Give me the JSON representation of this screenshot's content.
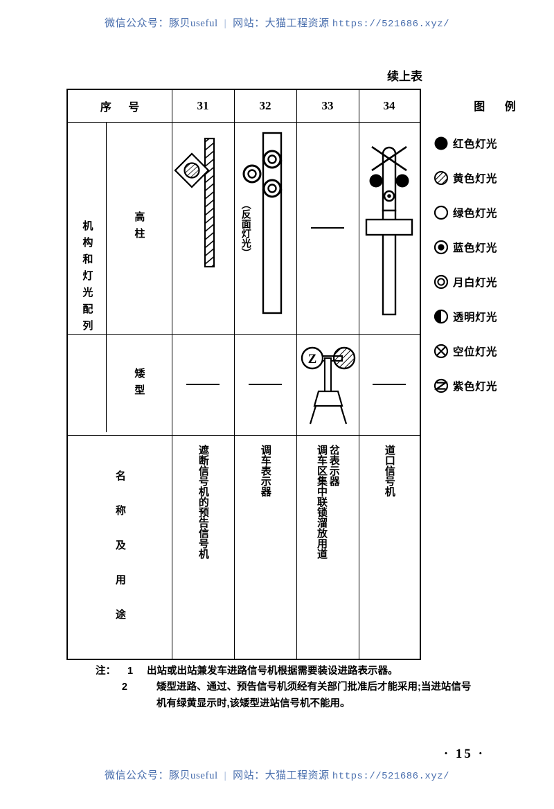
{
  "watermark": {
    "wechat_label": "微信公众号：豚贝useful",
    "separator": "|",
    "site_label": "网站：大猫工程资源",
    "url": "https://521686.xyz/"
  },
  "table": {
    "continuation_label": "续上表",
    "header": {
      "row_label": "序  号",
      "numbers": [
        "31",
        "32",
        "33",
        "34"
      ]
    },
    "side_labels": {
      "group": "机构和灯光配列",
      "tall": "高柱",
      "dwarf": "矮型",
      "name_use": "名 称 及 用 途"
    },
    "tall_row": {
      "col31_note": "",
      "col32_note": "（反面灯光）",
      "col33_dash": "—",
      "col34_note": ""
    },
    "dwarf_row": {
      "col31_dash": "—",
      "col32_dash": "—",
      "col33_marker": "Z",
      "col34_dash": "—"
    },
    "names": [
      {
        "col": "31",
        "lines": [
          "遮断信号机的预告信号机"
        ]
      },
      {
        "col": "32",
        "lines": [
          "调车表示器"
        ]
      },
      {
        "col": "33",
        "lines": [
          "调车区集中联锁溜放用道",
          "岔表示器"
        ]
      },
      {
        "col": "34",
        "lines": [
          "道口信号机"
        ]
      }
    ]
  },
  "legend": {
    "title": "图  例",
    "items": [
      {
        "symbol": "filled-circle",
        "label": "红色灯光"
      },
      {
        "symbol": "hatched-circle",
        "label": "黄色灯光"
      },
      {
        "symbol": "open-circle",
        "label": "绿色灯光"
      },
      {
        "symbol": "dot-in-circle",
        "label": "蓝色灯光"
      },
      {
        "symbol": "double-circle",
        "label": "月白灯光"
      },
      {
        "symbol": "half-filled-circle",
        "label": "透明灯光"
      },
      {
        "symbol": "x-in-circle",
        "label": "空位灯光"
      },
      {
        "symbol": "s-curve-circle",
        "label": "紫色灯光"
      }
    ]
  },
  "notes": {
    "prefix": "注：",
    "items": [
      {
        "num": "1",
        "text": "出站或出站兼发车进路信号机根据需要装设进路表示器。"
      },
      {
        "num": "2",
        "text": "矮型进路、通过、预告信号机须经有关部门批准后才能采用;当进站信号机有绿黄显示时,该矮型进站信号机不能用。"
      }
    ]
  },
  "page_number": "· 15 ·"
}
